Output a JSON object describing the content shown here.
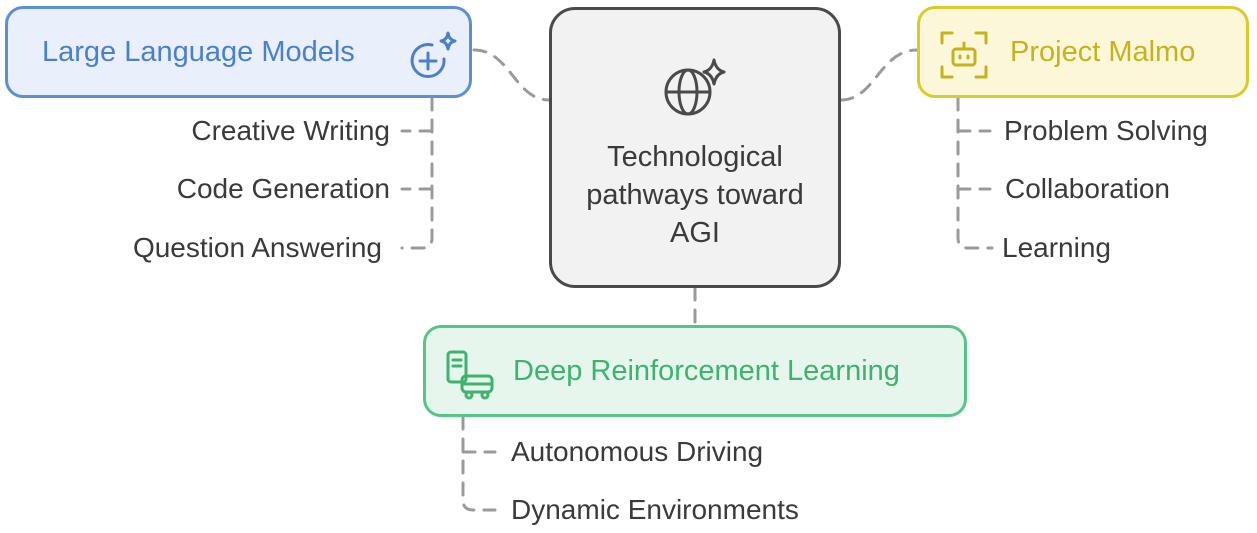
{
  "center": {
    "label": "Technological pathways toward AGI",
    "icon": "globe-sparkle-icon"
  },
  "branches": {
    "llm": {
      "title": "Large Language Models",
      "icon": "add-sparkle-icon",
      "color": "#5b8fd9",
      "items": [
        "Creative Writing",
        "Code Generation",
        "Question Answering"
      ]
    },
    "malmo": {
      "title": "Project Malmo",
      "icon": "robot-icon",
      "color": "#dcca2a",
      "items": [
        "Problem Solving",
        "Collaboration",
        "Learning"
      ]
    },
    "drl": {
      "title": "Deep Reinforcement Learning",
      "icon": "phone-vehicle-icon",
      "color": "#54c787",
      "items": [
        "Autonomous Driving",
        "Dynamic Environments"
      ]
    }
  }
}
